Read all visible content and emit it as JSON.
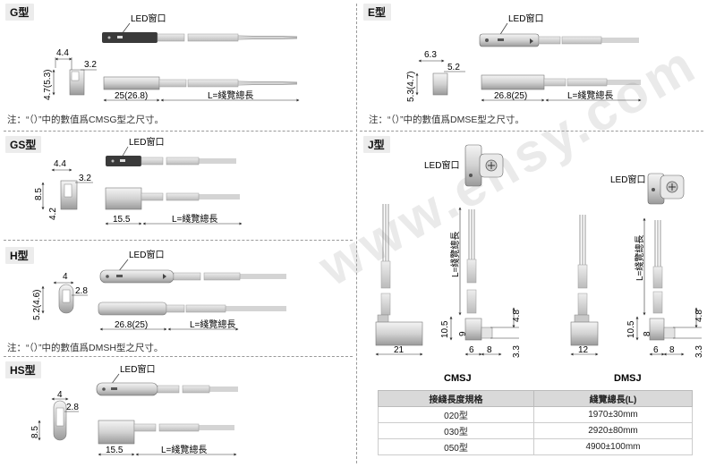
{
  "sections": {
    "G": {
      "label": "G型",
      "led": "LED窗口",
      "dim_width": "4.4",
      "dim_offset": "3.2",
      "dim_height": "4.7(5.3)",
      "dim_length": "25(26.8)",
      "dim_cable": "L=綫覽總長",
      "note": "注：“（）”中的數值爲CMSG型之尺寸。"
    },
    "E": {
      "label": "E型",
      "led": "LED窗口",
      "dim_width": "6.3",
      "dim_offset": "5.2",
      "dim_height": "5.3(4.7)",
      "dim_length": "26.8(25)",
      "dim_cable": "L=綫覽總長",
      "note": "注：“（）”中的數值爲DMSE型之尺寸。"
    },
    "GS": {
      "label": "GS型",
      "led": "LED窗口",
      "dim_width": "4.4",
      "dim_offset": "3.2",
      "dim_height": "8.5",
      "dim_bottom": "4.2",
      "dim_length": "15.5",
      "dim_cable": "L=綫覽總長"
    },
    "H": {
      "label": "H型",
      "led": "LED窗口",
      "dim_width": "4",
      "dim_offset": "2.8",
      "dim_height": "5.2(4.6)",
      "dim_length": "26.8(25)",
      "dim_cable": "L=綫覽總長",
      "note": "注：“（）”中的數值爲DMSH型之尺寸。"
    },
    "HS": {
      "label": "HS型",
      "led": "LED窗口",
      "dim_width": "4",
      "dim_offset": "2.8",
      "dim_height": "8.5",
      "dim_length": "15.5",
      "dim_cable": "L=綫覽總長"
    },
    "J": {
      "label": "J型",
      "cmsj": {
        "led": "LED窗口",
        "cable": "L=綫覽總長",
        "dim_a": "10.5",
        "dim_b": "9",
        "dim_c": "4.8",
        "dim_d": "3.3",
        "dim_w": "21",
        "dim_e": "6",
        "dim_f": "8",
        "model": "CMSJ"
      },
      "dmsj": {
        "led": "LED窗口",
        "cable": "L=綫覽總長",
        "dim_a": "10.5",
        "dim_b": "8",
        "dim_c": "4.8",
        "dim_d": "3.3",
        "dim_w": "12",
        "dim_e": "6",
        "dim_f": "8",
        "model": "DMSJ"
      }
    }
  },
  "table": {
    "headers": [
      "接綫長度規格",
      "綫覽總長(L)"
    ],
    "rows": [
      [
        "020型",
        "1970±30mm"
      ],
      [
        "030型",
        "2920±80mm"
      ],
      [
        "050型",
        "4900±100mm"
      ]
    ]
  },
  "watermark": "www.ehsy.com"
}
